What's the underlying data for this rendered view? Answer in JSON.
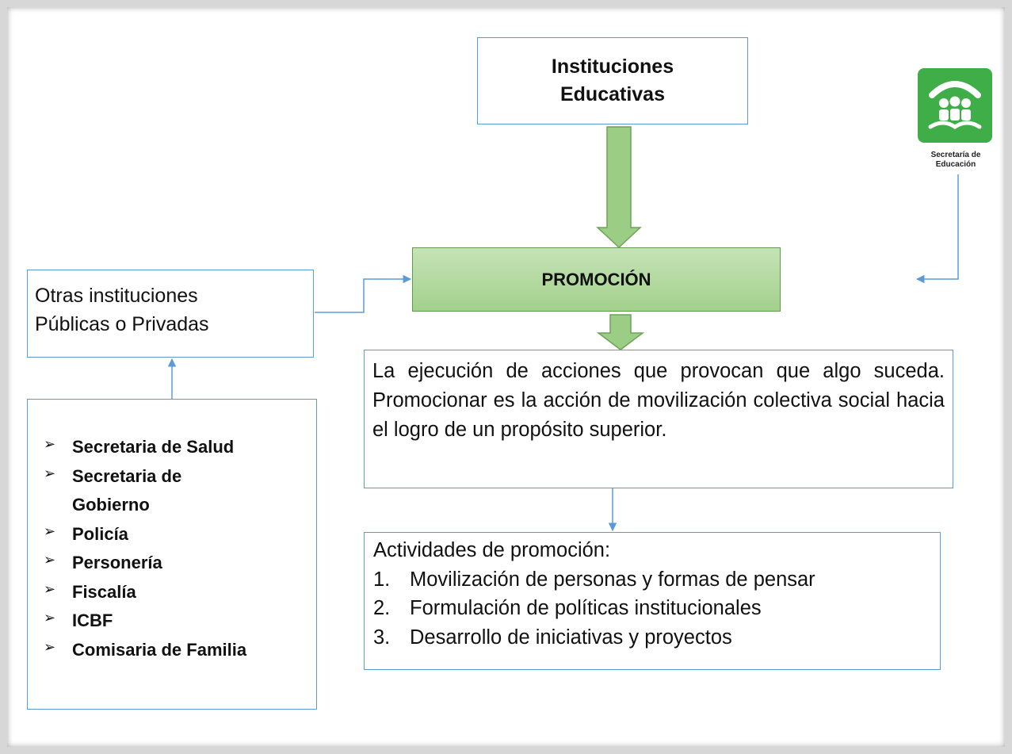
{
  "top_box": {
    "title": "Instituciones Educativas"
  },
  "center_box": {
    "title": "PROMOCIÓN"
  },
  "left_box": {
    "lines": [
      "Otras instituciones",
      "Públicas o Privadas"
    ]
  },
  "logo": {
    "caption_lines": [
      "Secretaría de",
      "Educación"
    ]
  },
  "definition": {
    "text": "La ejecución de acciones que provocan que algo suceda. Promocionar es la acción de movilización colectiva social hacia el logro de un propósito superior."
  },
  "activities": {
    "heading": "Actividades de promoción:",
    "items": [
      {
        "number": "1.",
        "text": "Movilización de personas y formas de pensar"
      },
      {
        "number": "2.",
        "text": "Formulación de políticas institucionales"
      },
      {
        "number": "3.",
        "text": "Desarrollo de iniciativas y proyectos"
      }
    ]
  },
  "institutions_list": {
    "bullet": "➢",
    "items": [
      {
        "lines": [
          "Secretaria de Salud"
        ]
      },
      {
        "lines": [
          "Secretaria de",
          "Gobierno"
        ]
      },
      {
        "lines": [
          "Policía"
        ]
      },
      {
        "lines": [
          "Personería"
        ]
      },
      {
        "lines": [
          "Fiscalía"
        ]
      },
      {
        "lines": [
          "ICBF"
        ]
      },
      {
        "lines": [
          "Comisaria de Familia"
        ]
      }
    ]
  },
  "colors": {
    "box_border": "#5b9bd5",
    "promo_fill_top": "#c6e3b7",
    "promo_fill_bottom": "#a3d08c",
    "arrow_green": "#9ccd84",
    "arrow_green_border": "#6da35a",
    "logo_green": "#3fae49"
  }
}
